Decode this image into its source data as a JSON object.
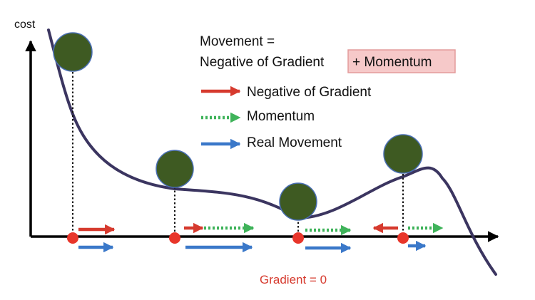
{
  "axis": {
    "y_label": "cost"
  },
  "formula": {
    "line1": "Movement =",
    "line2": "Negative of Gradient",
    "highlight": "+ Momentum"
  },
  "legend": {
    "items": [
      {
        "label": "Negative of Gradient",
        "style": "solid",
        "color": "#d63a2e"
      },
      {
        "label": "Momentum",
        "style": "dotted",
        "color": "#3fb35a"
      },
      {
        "label": "Real Movement",
        "style": "solid",
        "color": "#3a78c9"
      }
    ]
  },
  "footer": {
    "gradient_zero": "Gradient = 0"
  },
  "colors": {
    "curve": "#3b3560",
    "ball_fill": "#3e5a22",
    "ball_stroke": "#4a6fb5",
    "point": "#e8352a",
    "gradient_arrow": "#d63a2e",
    "momentum_arrow": "#3fb35a",
    "movement_arrow": "#3a78c9",
    "highlight_bg": "#f6c9c9",
    "highlight_border": "#e49b9b",
    "zero_text": "#d63a2e"
  }
}
